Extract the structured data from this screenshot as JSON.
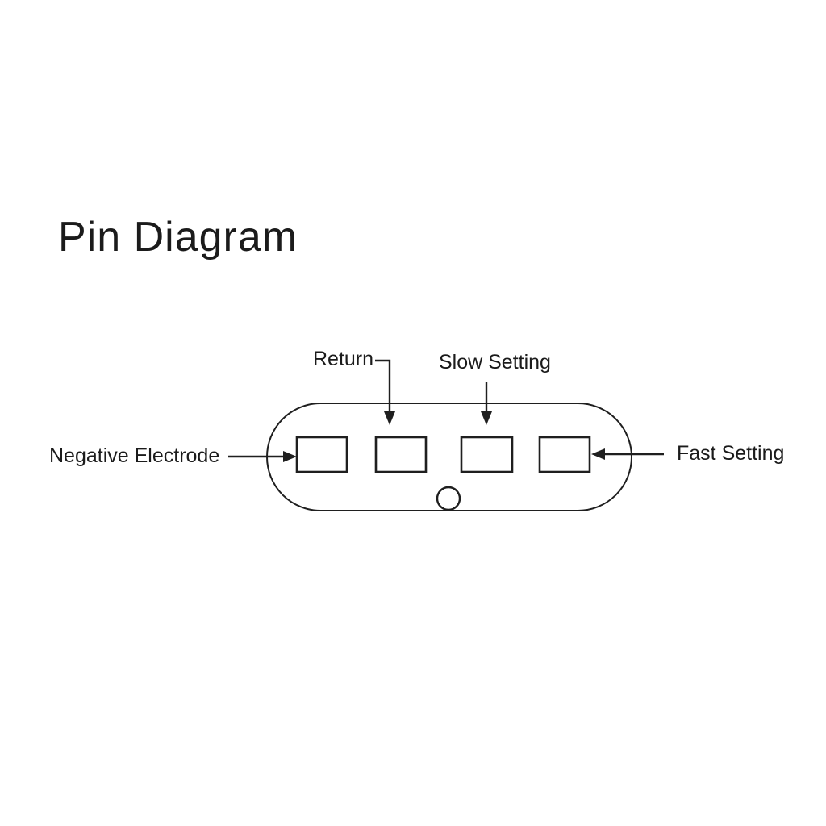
{
  "title": "Pin Diagram",
  "colors": {
    "background": "#ffffff",
    "line": "#1f1f1f",
    "text": "#1b1b1b"
  },
  "diagram": {
    "type": "pin-connector-diagram",
    "pin_count": 4,
    "labels": {
      "return": "Return",
      "slow_setting": "Slow Setting",
      "negative_electrode": "Negative Electrode",
      "fast_setting": "Fast Setting"
    },
    "pin_assignments": [
      {
        "pin": 1,
        "label": "Negative Electrode"
      },
      {
        "pin": 2,
        "label": "Return"
      },
      {
        "pin": 3,
        "label": "Slow Setting"
      },
      {
        "pin": 4,
        "label": "Fast Setting"
      }
    ]
  }
}
